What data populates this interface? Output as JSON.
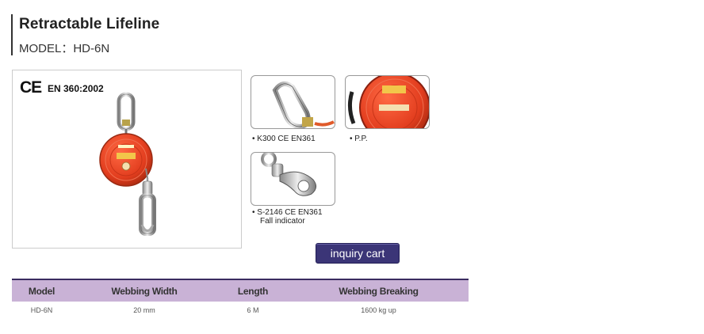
{
  "header": {
    "title": "Retractable Lifeline",
    "model": "MODEL：HD-6N"
  },
  "main_image": {
    "ce_mark": "CE",
    "certification": "EN 360:2002"
  },
  "thumbnails": [
    {
      "caption_line1": "• K300 CE EN361",
      "caption_line2": ""
    },
    {
      "caption_line1": "• P.P.",
      "caption_line2": ""
    },
    {
      "caption_line1": "• S-2146  CE EN361",
      "caption_line2": "Fall indicator"
    }
  ],
  "inquiry_button": {
    "label": "inquiry cart"
  },
  "spec_table": {
    "headers": [
      "Model",
      "Webbing Width",
      "Length",
      "Webbing Breaking"
    ],
    "rows": [
      [
        "HD-6N",
        "20 mm",
        "6 M",
        "1600 kg up"
      ]
    ]
  },
  "colors": {
    "header_bg": "#c9b2d6",
    "header_border": "#3a2b60",
    "button_bg": "#3b3577",
    "device_red": "#e23d1e"
  }
}
